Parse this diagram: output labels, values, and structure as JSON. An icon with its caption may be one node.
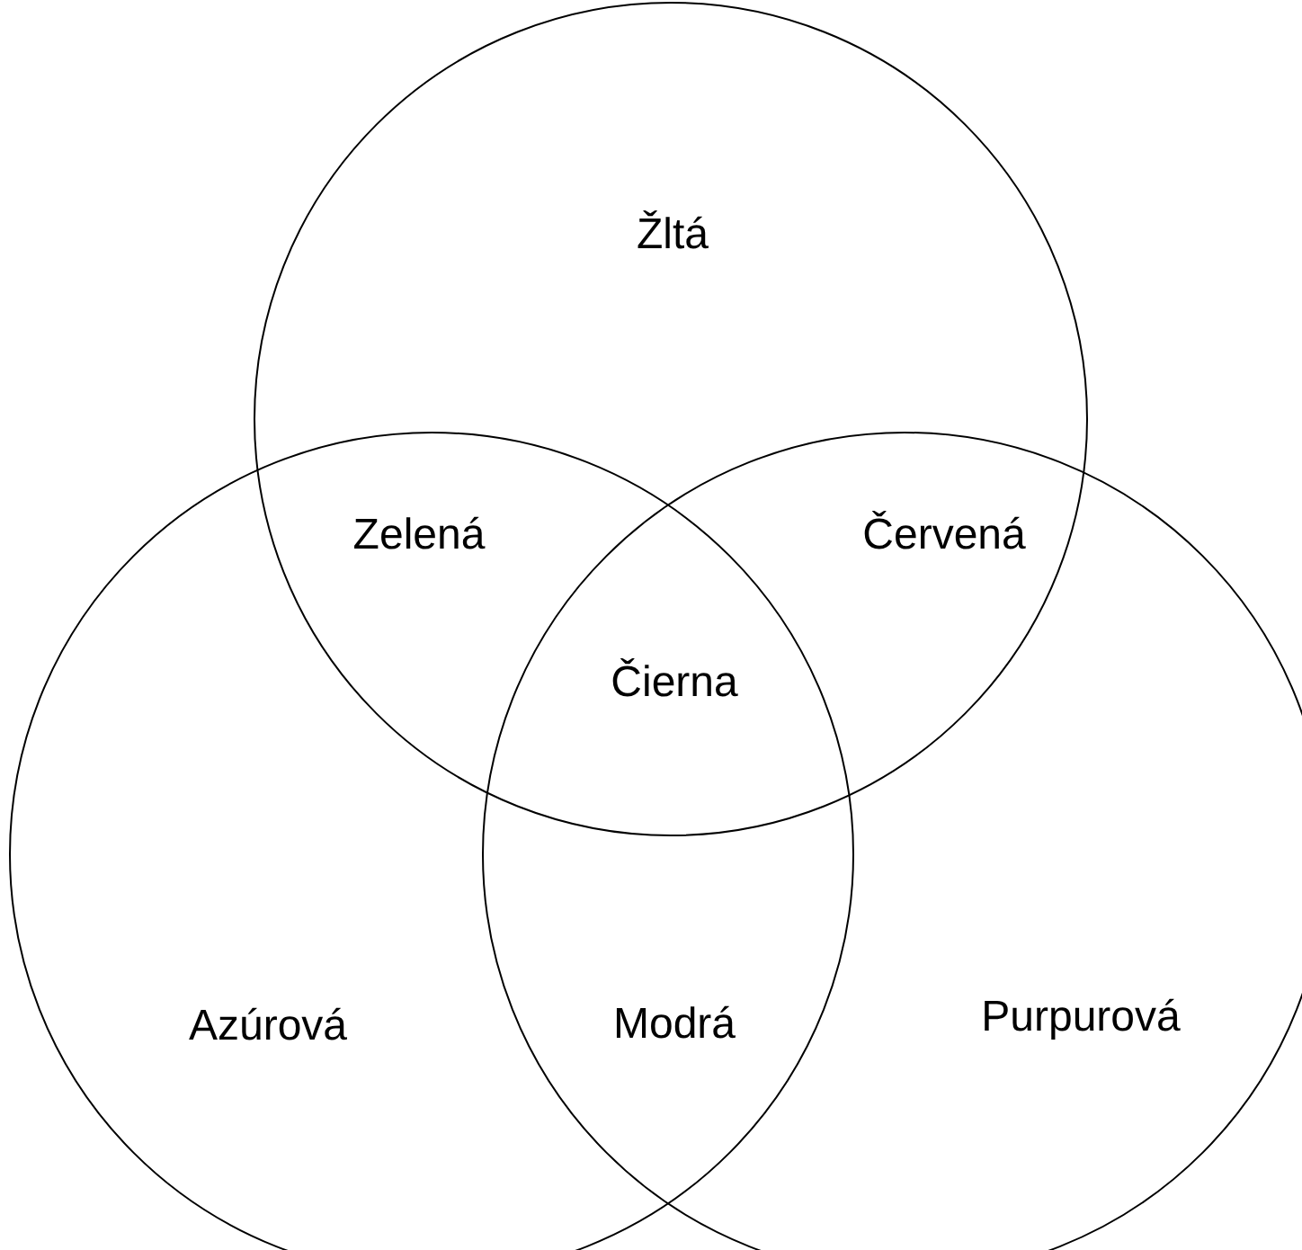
{
  "diagram": {
    "nodes": [
      {
        "text": [
          "Žltá"
        ]
      },
      {
        "text": [
          "Azúrová"
        ]
      },
      {
        "text": [
          "Purpurová"
        ]
      }
    ],
    "labels": [
      "Zelená",
      "Červená",
      "Čierna",
      "Modrá"
    ]
  }
}
